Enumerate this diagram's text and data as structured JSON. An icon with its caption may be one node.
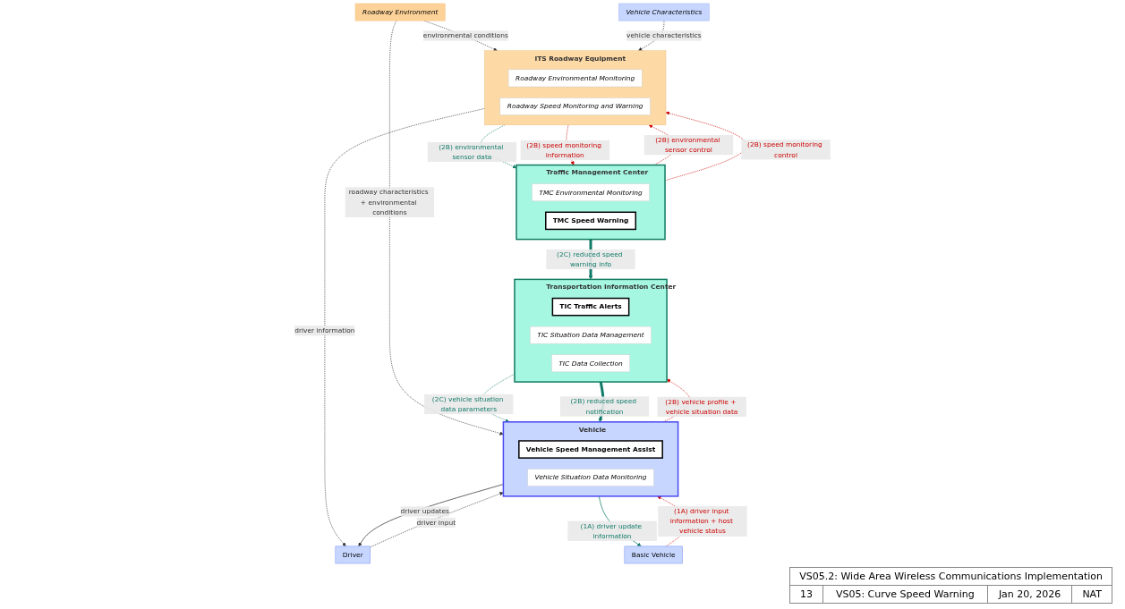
{
  "diagram": {
    "nodes": [
      {
        "text": [
          "Traffic Management Center"
        ]
      },
      {
        "text": [
          "TMC Environmental Monitoring"
        ],
        "in": 0
      },
      {
        "text": [
          "TMC Speed Warning"
        ],
        "in": 0
      },
      {
        "text": [
          "ITS Roadway Equipment"
        ]
      },
      {
        "text": [
          "Roadway Environmental Monitoring"
        ],
        "in": 3
      },
      {
        "text": [
          "Roadway Speed Monitoring and Warning"
        ],
        "in": 3
      },
      {
        "text": [
          "Vehicle Characteristics"
        ]
      },
      {
        "text": [
          "Driver"
        ]
      },
      {
        "text": [
          "Vehicle"
        ]
      },
      {
        "text": [
          "Vehicle Speed Management Assist"
        ],
        "in": 8
      },
      {
        "text": [
          "Vehicle Situation Data Monitoring"
        ],
        "in": 8
      },
      {
        "text": [
          "Roadway Environment"
        ]
      },
      {
        "text": [
          "Basic Vehicle"
        ]
      },
      {
        "text": [
          "Transportation Information Center"
        ]
      },
      {
        "text": [
          "TIC Traffic Alerts"
        ],
        "in": 13
      },
      {
        "text": [
          "TIC Situation Data Management"
        ],
        "in": 13
      },
      {
        "text": [
          "TIC Data Collection"
        ],
        "in": 13
      }
    ],
    "edges": [
      {
        "from": 0,
        "to": 3,
        "arrow": "to",
        "label": "(2B) environmental sensor control",
        "style": "dashed",
        "color": "#cc0000"
      },
      {
        "from": 3,
        "to": 0,
        "arrow": "to",
        "label": "(2B) environmental sensor data",
        "style": "dashed",
        "color": "#107a68"
      },
      {
        "from": 0,
        "to": 3,
        "arrow": "to",
        "label": "(2B) speed monitoring control",
        "style": "dashed",
        "color": "#cc0000"
      },
      {
        "from": 3,
        "to": 0,
        "arrow": "to",
        "label": "(2B) speed monitoring information",
        "style": "dashed",
        "color": "#cc0000"
      },
      {
        "from": 11,
        "to": 3,
        "arrow": "to",
        "label": "environmental conditions",
        "style": "dashed"
      },
      {
        "from": 6,
        "to": 3,
        "arrow": "to",
        "label": "vehicle characteristics",
        "style": "dashed"
      },
      {
        "from": 3,
        "to": 7,
        "arrow": "to",
        "label": "driver information",
        "style": "dashed"
      },
      {
        "from": 7,
        "to": 8,
        "arrow": "to",
        "label": "driver input",
        "style": "dashed"
      },
      {
        "from": 8,
        "to": 7,
        "arrow": "to",
        "label": "driver updates"
      },
      {
        "from": 11,
        "to": 8,
        "arrow": "to",
        "label": "roadway characteristics + environmental conditions",
        "style": "dashed"
      },
      {
        "from": 12,
        "to": 8,
        "arrow": "to",
        "label": "(1A) driver input information + host vehicle status",
        "style": "dashed",
        "color": "#cc0000"
      },
      {
        "from": 8,
        "to": 12,
        "arrow": "to",
        "label": "(1A) driver update information",
        "color": "#107a68"
      },
      {
        "from": 0,
        "to": 13,
        "arrow": "to",
        "label": "(2C) reduced speed warning info",
        "style": "thick",
        "color": "#107a68"
      },
      {
        "from": 13,
        "to": 8,
        "arrow": "to",
        "label": "(2C) vehicle situation data parameters",
        "style": "dashed",
        "color": "#107a68"
      },
      {
        "from": 8,
        "to": 13,
        "arrow": "to",
        "label": "(2B) vehicle profile + vehicle situation data",
        "style": "dashed",
        "color": "#cc0000"
      },
      {
        "from": 13,
        "to": 8,
        "arrow": "to",
        "label": "(2B) reduced speed notification",
        "style": "thick",
        "color": "#107a68"
      }
    ],
    "labels": [
      "VS05.2: Wide Area Wireless Communications Implementation",
      "13",
      "VS05: Curve Speed Warning",
      "Jan 20, 2026",
      "NAT"
    ]
  }
}
